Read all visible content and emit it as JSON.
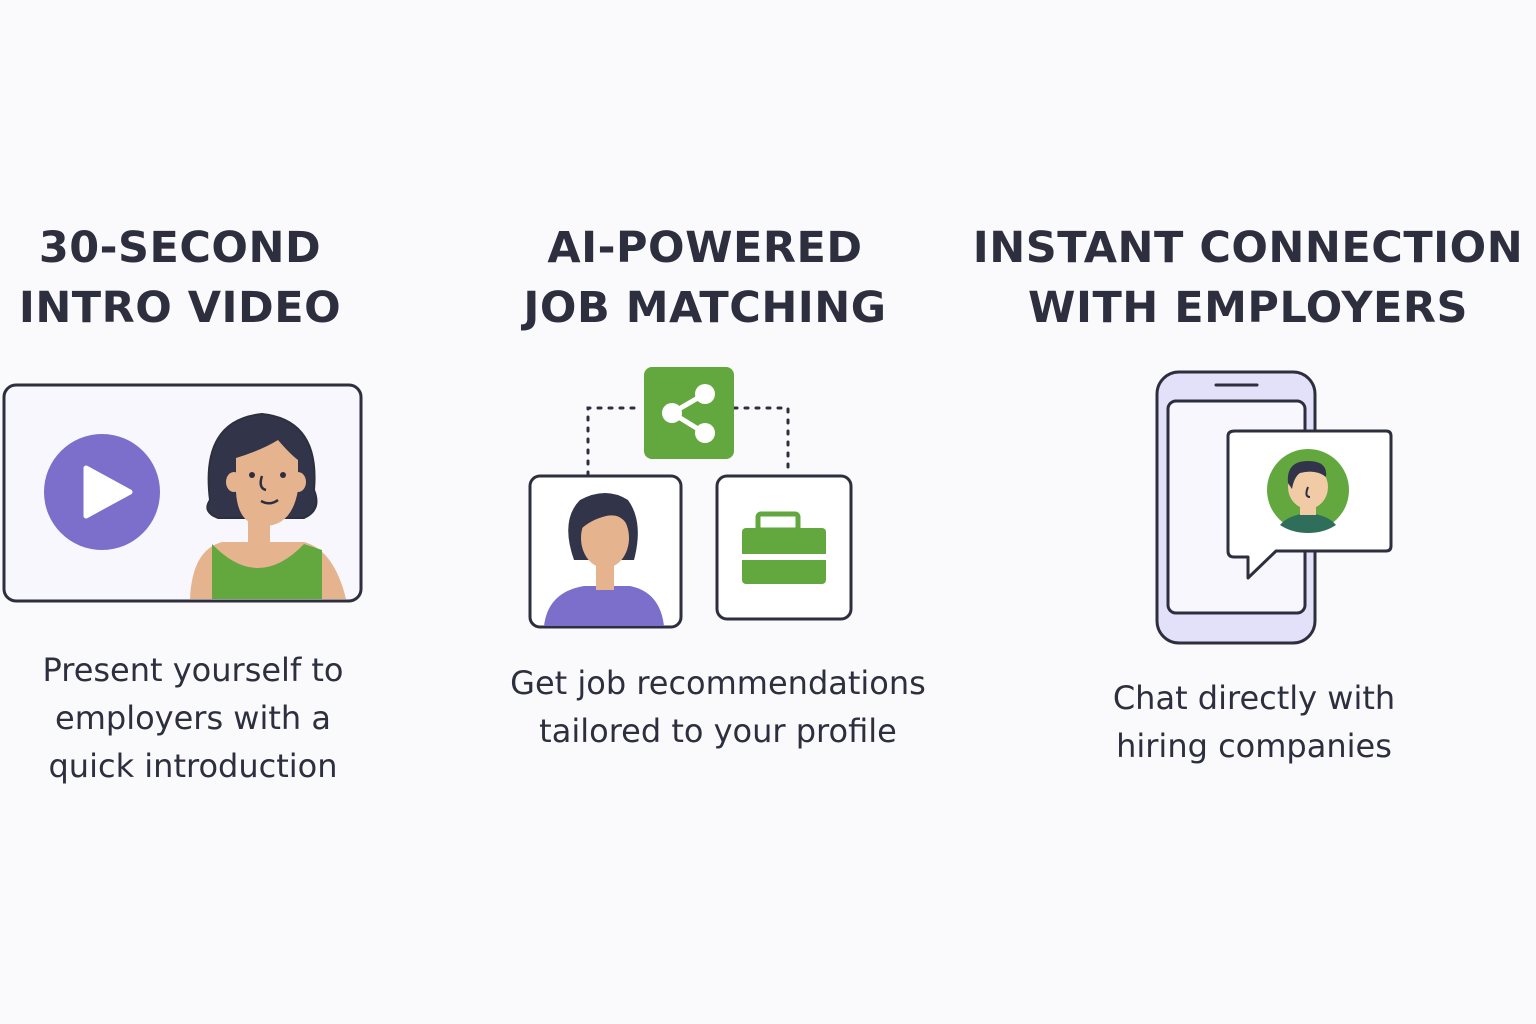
{
  "features": [
    {
      "title_lines": [
        "30-SECOND",
        "INTRO VIDEO"
      ],
      "desc_lines": [
        "Present yourself to",
        "employers with a",
        "quick introduction"
      ],
      "icon": "video-intro-icon"
    },
    {
      "title_lines": [
        "AI-POWERED",
        "JOB MATCHING"
      ],
      "desc_lines": [
        "Get job recommendations",
        "tailored to your profile"
      ],
      "icon": "job-matching-icon"
    },
    {
      "title_lines": [
        "INSTANT CONNECTION",
        "WITH EMPLOYERS"
      ],
      "desc_lines": [
        "Chat directly with",
        "hiring companies"
      ],
      "icon": "chat-phone-icon"
    }
  ],
  "colors": {
    "text": "#2d2f3e",
    "purple": "#7b6fcb",
    "green": "#62a83e",
    "skin": "#e5b48e",
    "hair": "#32354a",
    "phone": "#e3e0fa"
  }
}
